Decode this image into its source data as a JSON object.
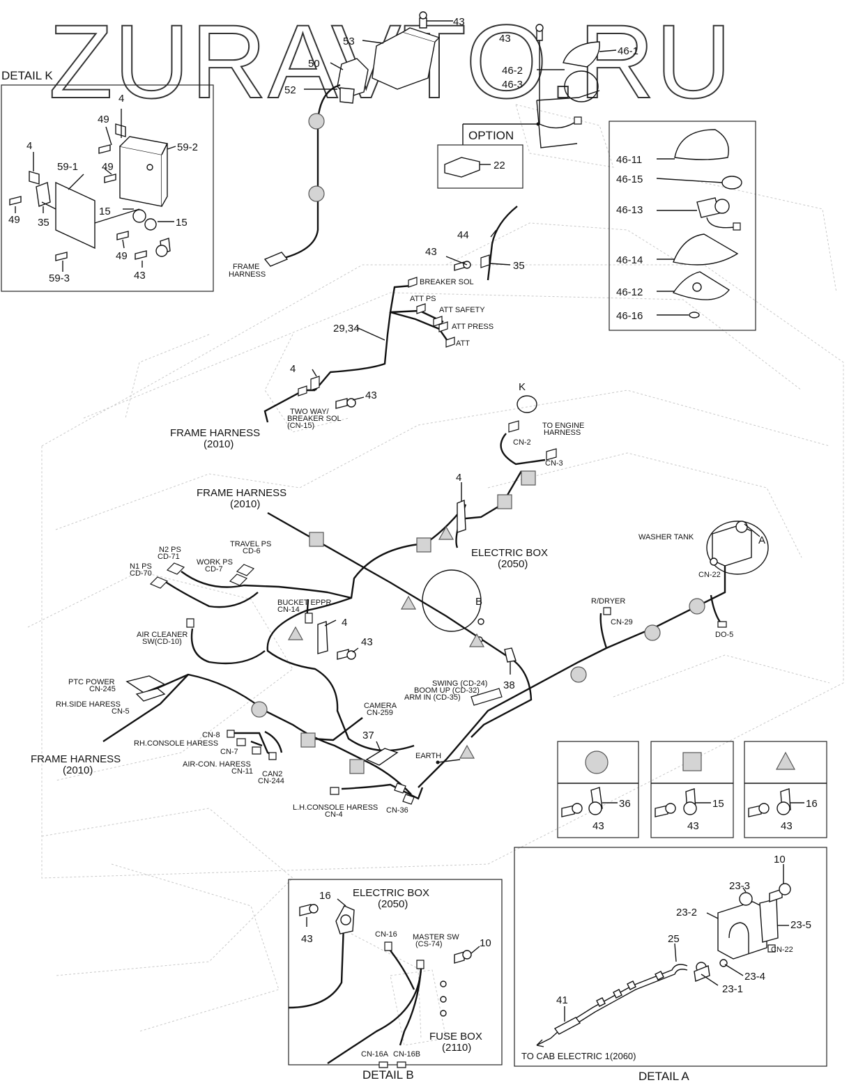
{
  "watermark": "ZURAVTO.RU",
  "callouts": {
    "c43_top": "43",
    "c43_top2": "43",
    "c53": "53",
    "c50": "50",
    "c52": "52",
    "c46_1": "46-1",
    "c46_2": "46-2",
    "c46_3": "46-3",
    "c22": "22",
    "c44": "44",
    "c43_b": "43",
    "c35": "35",
    "c29_34": "29,34",
    "c4_a": "4",
    "c43_c": "43",
    "c4_b": "4",
    "c4_c": "4",
    "c43_d": "43",
    "c38": "38",
    "c37": "37",
    "cB": "B",
    "cA": "A",
    "cK": "K"
  },
  "option": {
    "title": "OPTION"
  },
  "detail_k": {
    "title": "DETAIL K",
    "labels": [
      "4",
      "49",
      "59-2",
      "4",
      "49",
      "59-1",
      "15",
      "15",
      "49",
      "35",
      "49",
      "59-3",
      "43"
    ]
  },
  "detail_46": {
    "labels": [
      "46-11",
      "46-15",
      "46-13",
      "46-14",
      "46-12",
      "46-16"
    ]
  },
  "harness_labels": {
    "frame_harness_top": "FRAME\nHARNESS",
    "breaker_sol": "BREAKER SOL",
    "att_ps": "ATT  PS",
    "att_safety": "ATT SAFETY",
    "att_press": "ATT PRESS",
    "att": "ATT",
    "two_way_1": "TWO WAY/",
    "two_way_2": "BREAKER SOL",
    "two_way_3": "(CN-15)",
    "frame_harness_1": "FRAME HARNESS",
    "frame_harness_1b": "(2010)",
    "to_engine_1": "TO ENGINE",
    "to_engine_2": "HARNESS",
    "cn2": "CN-2",
    "cn3": "CN-3",
    "frame_harness_2": "FRAME HARNESS",
    "frame_harness_2b": "(2010)",
    "washer_tank": "WASHER TANK",
    "cn22": "CN-22",
    "electric_box": "ELECTRIC BOX",
    "electric_box_b": "(2050)",
    "n2ps": "N2 PS",
    "cd71": "CD-71",
    "travelps": "TRAVEL PS",
    "cd6": "CD-6",
    "n1ps": "N1 PS",
    "cd70": "CD-70",
    "workps": "WORK PS",
    "cd7": "CD-7",
    "bucket_eppr": "BUCKET EPPR",
    "cn14": "CN-14",
    "rdryer": "R/DRYER",
    "cn29": "CN-29",
    "do5": "DO-5",
    "air_cleaner": "AIR CLEANER",
    "sw_cd10": "SW(CD-10)",
    "ptc_power": "PTC POWER",
    "cn245": "CN-245",
    "rh_side": "RH.SIDE HARESS",
    "cn5": "CN-5",
    "swing": "SWING (CD-24)",
    "boom_up": "BOOM UP (CD-32)",
    "arm_in": "ARM IN (CD-35)",
    "camera": "CAMERA",
    "cn259": "CN-259",
    "cn8": "CN-8",
    "rh_console": "RH.CONSOLE HARESS",
    "cn7": "CN-7",
    "aircon": "AIR-CON. HARESS",
    "cn11": "CN-11",
    "can2": "CAN2",
    "cn244": "CN-244",
    "earth": "EARTH",
    "frame_harness_3": "FRAME HARNESS",
    "frame_harness_3b": "(2010)",
    "lh_console": "L.H.CONSOLE HARESS",
    "cn4": "CN-4",
    "cn36": "CN-36"
  },
  "legend": {
    "boxes": [
      {
        "a": "36",
        "b": "43"
      },
      {
        "a": "15",
        "b": "43"
      },
      {
        "a": "16",
        "b": "43"
      }
    ]
  },
  "detail_b": {
    "title": "DETAIL B",
    "c16": "16",
    "electric_box": "ELECTRIC BOX",
    "electric_box_b": "(2050)",
    "c43": "43",
    "cn16": "CN-16",
    "master_sw": "MASTER SW",
    "cs74": "(CS-74)",
    "c10": "10",
    "fuse_box": "FUSE BOX",
    "fuse_box_b": "(2110)",
    "cn16a": "CN-16A",
    "cn16b": "CN-16B"
  },
  "detail_a": {
    "title": "DETAIL A",
    "c10": "10",
    "c23_3": "23-3",
    "c23_2": "23-2",
    "c23_5": "23-5",
    "cn22": "CN-22",
    "c25": "25",
    "c23_4": "23-4",
    "c23_1": "23-1",
    "c41": "41",
    "to_cab": "TO CAB ELECTRIC 1(2060)"
  }
}
